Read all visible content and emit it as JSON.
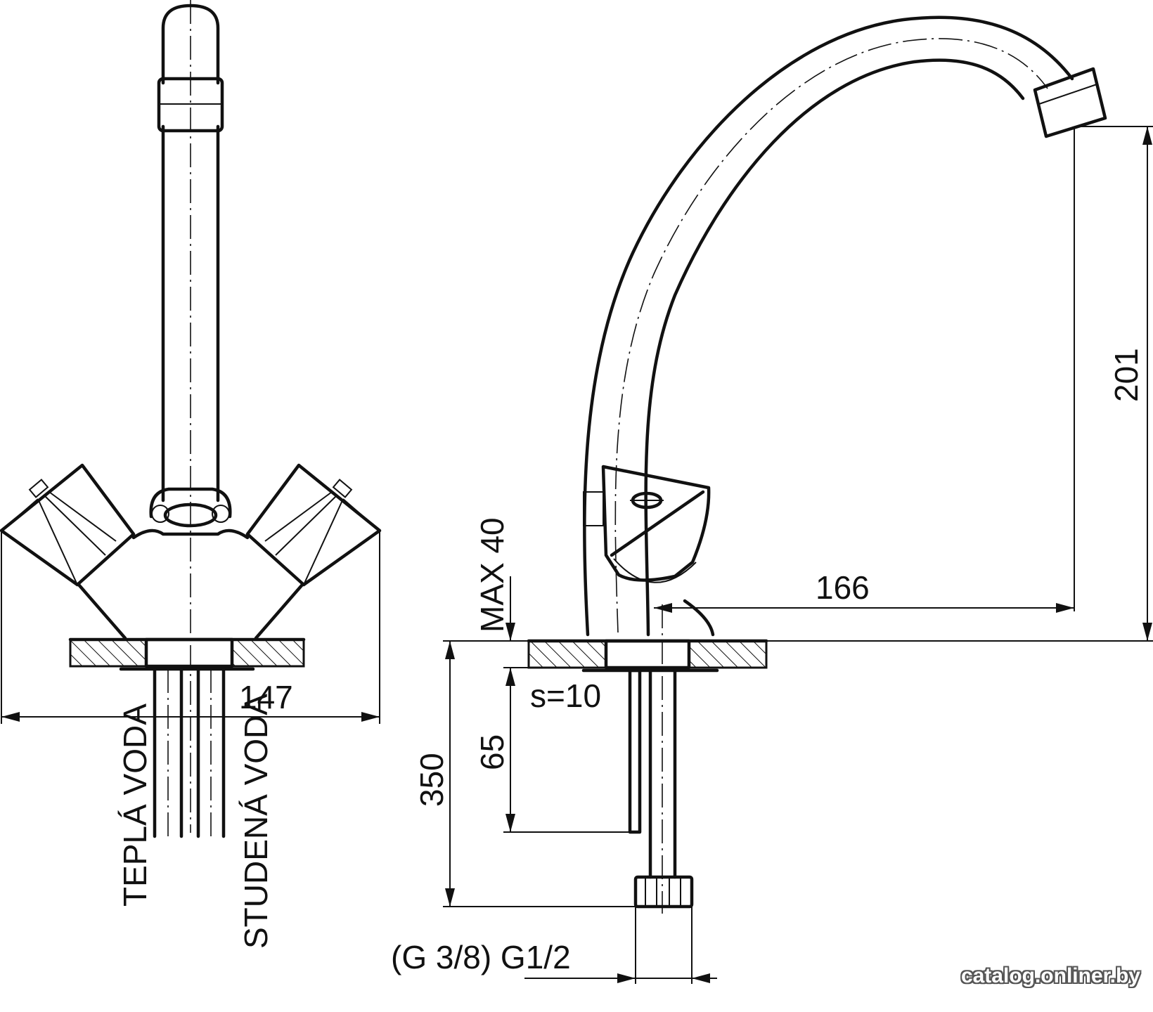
{
  "labels": {
    "width_front": "147",
    "hot_water": "TEPLÁ VODA",
    "cold_water": "STUDENÁ VODA",
    "spout_height": "201",
    "spout_reach": "166",
    "max_thickness": "MAX 40",
    "plate_thickness": "s=10",
    "hose_length": "350",
    "tail_length": "65",
    "connection_thread": "(G 3/8) G1/2"
  },
  "watermark": "catalog.onliner.by",
  "colors": {
    "line": "#111111",
    "background": "#ffffff"
  }
}
